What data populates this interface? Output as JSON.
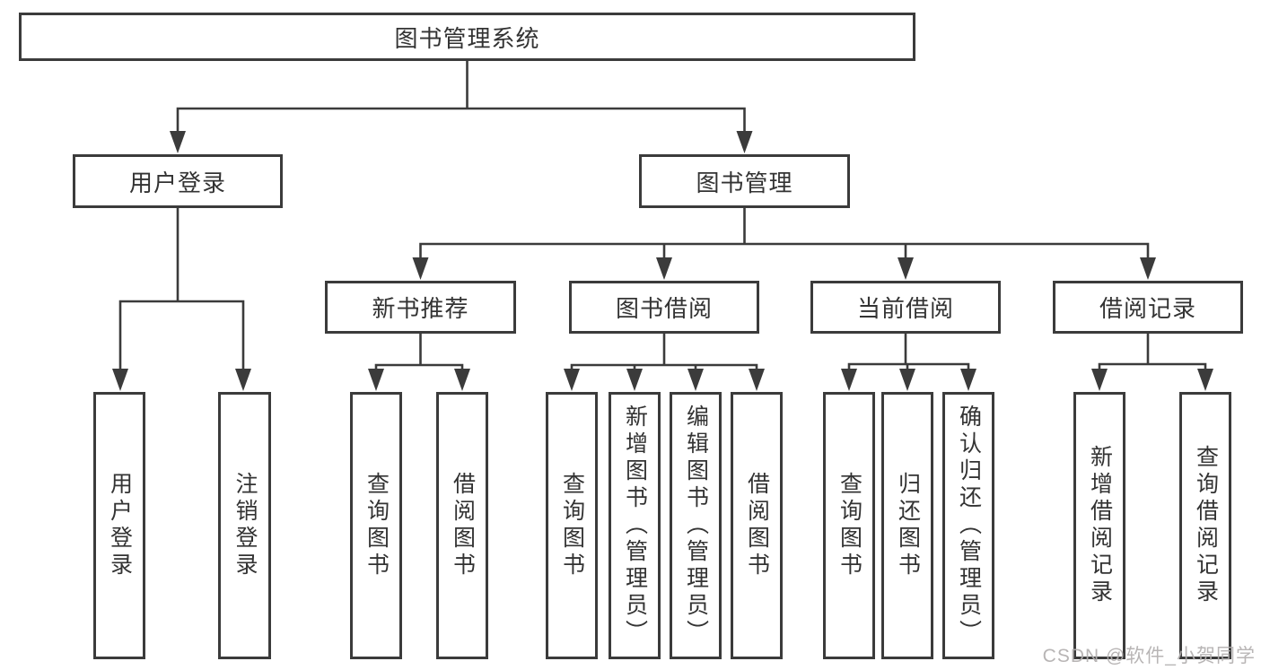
{
  "diagram": {
    "title": "图书管理系统",
    "root": {
      "label": "图书管理系统"
    },
    "level2": [
      {
        "label": "用户登录",
        "children": [
          "用户登录",
          "注销登录"
        ]
      },
      {
        "label": "图书管理"
      }
    ],
    "level3": [
      {
        "label": "新书推荐",
        "children": [
          "查询图书",
          "借阅图书"
        ]
      },
      {
        "label": "图书借阅",
        "children": [
          "查询图书",
          "新增图书（管理员）",
          "编辑图书（管理员）",
          "借阅图书"
        ]
      },
      {
        "label": "当前借阅",
        "children": [
          "查询图书",
          "归还图书",
          "确认归还（管理员）"
        ]
      },
      {
        "label": "借阅记录",
        "children": [
          "新增借阅记录",
          "查询借阅记录"
        ]
      }
    ]
  },
  "watermark": "CSDN @软件_小贺同学",
  "colors": {
    "line": "#3b3b3b",
    "text": "#333333",
    "watermark": "#b2afaf",
    "background": "#ffffff"
  }
}
